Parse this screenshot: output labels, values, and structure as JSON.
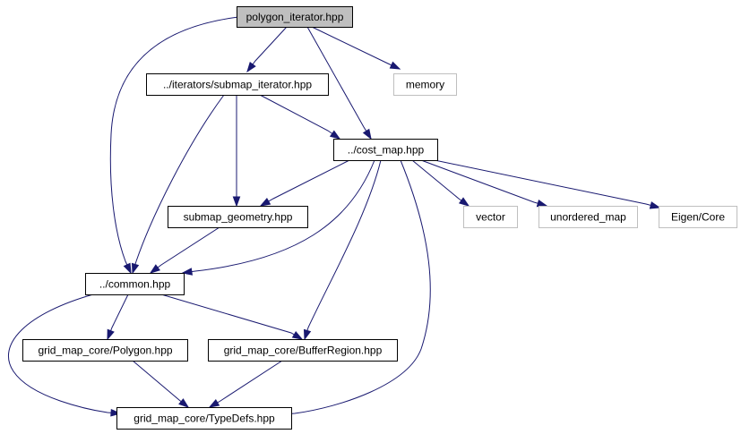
{
  "diagram": {
    "colors": {
      "edge": "#191970",
      "root_fill": "#bfbfbf",
      "root_border": "#000000",
      "local_border": "#000000",
      "external_border": "#bfbfbf",
      "fill": "#ffffff",
      "text": "#000000"
    },
    "nodes": [
      {
        "id": "polygon_iterator",
        "label": "polygon_iterator.hpp",
        "kind": "root"
      },
      {
        "id": "submap_iterator",
        "label": "../iterators/submap_iterator.hpp",
        "kind": "local"
      },
      {
        "id": "memory",
        "label": "memory",
        "kind": "external"
      },
      {
        "id": "cost_map",
        "label": "../cost_map.hpp",
        "kind": "local"
      },
      {
        "id": "submap_geometry",
        "label": "submap_geometry.hpp",
        "kind": "local"
      },
      {
        "id": "vector",
        "label": "vector",
        "kind": "external"
      },
      {
        "id": "unordered_map",
        "label": "unordered_map",
        "kind": "external"
      },
      {
        "id": "eigen_core",
        "label": "Eigen/Core",
        "kind": "external"
      },
      {
        "id": "common",
        "label": "../common.hpp",
        "kind": "local"
      },
      {
        "id": "polygon",
        "label": "grid_map_core/Polygon.hpp",
        "kind": "local"
      },
      {
        "id": "buffer_region",
        "label": "grid_map_core/BufferRegion.hpp",
        "kind": "local"
      },
      {
        "id": "type_defs",
        "label": "grid_map_core/TypeDefs.hpp",
        "kind": "local"
      }
    ],
    "edges": [
      {
        "from": "polygon_iterator",
        "to": "submap_iterator"
      },
      {
        "from": "polygon_iterator",
        "to": "memory"
      },
      {
        "from": "polygon_iterator",
        "to": "cost_map"
      },
      {
        "from": "polygon_iterator",
        "to": "common"
      },
      {
        "from": "submap_iterator",
        "to": "cost_map"
      },
      {
        "from": "submap_iterator",
        "to": "submap_geometry"
      },
      {
        "from": "submap_iterator",
        "to": "common"
      },
      {
        "from": "cost_map",
        "to": "submap_geometry"
      },
      {
        "from": "cost_map",
        "to": "vector"
      },
      {
        "from": "cost_map",
        "to": "unordered_map"
      },
      {
        "from": "cost_map",
        "to": "eigen_core"
      },
      {
        "from": "cost_map",
        "to": "common"
      },
      {
        "from": "cost_map",
        "to": "buffer_region"
      },
      {
        "from": "cost_map",
        "to": "type_defs"
      },
      {
        "from": "submap_geometry",
        "to": "common"
      },
      {
        "from": "common",
        "to": "polygon"
      },
      {
        "from": "common",
        "to": "buffer_region"
      },
      {
        "from": "common",
        "to": "type_defs"
      },
      {
        "from": "polygon",
        "to": "type_defs"
      },
      {
        "from": "buffer_region",
        "to": "type_defs"
      }
    ]
  }
}
